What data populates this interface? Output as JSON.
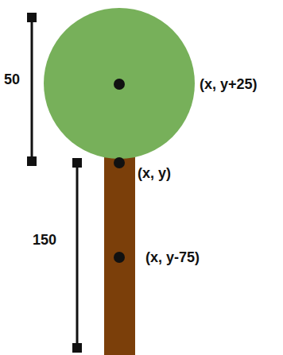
{
  "diagram": {
    "labels": [
      "50",
      "(x, y+25)",
      "(x, y)",
      "150",
      "(x, y-75)"
    ]
  }
}
